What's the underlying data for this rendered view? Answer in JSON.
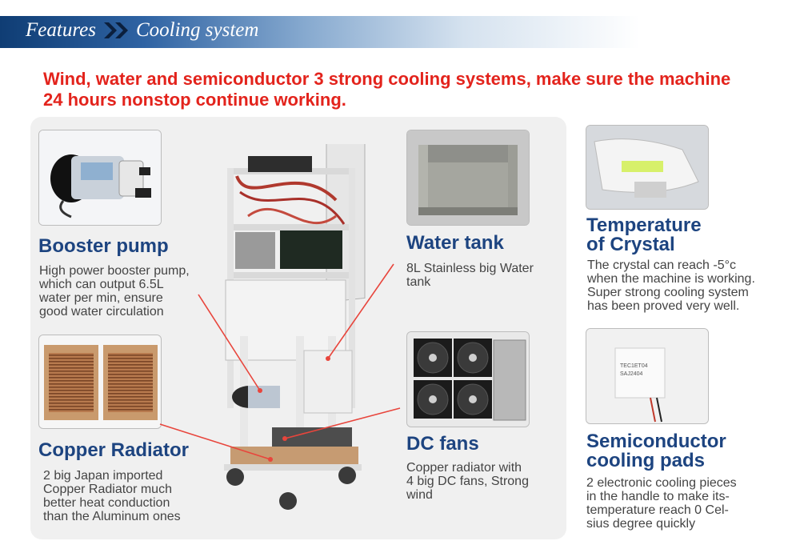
{
  "header": {
    "section": "Features",
    "subsection": "Cooling system"
  },
  "headline": "Wind, water and semiconductor 3 strong cooling systems, make sure the machine 24 hours nonstop continue working.",
  "features": {
    "booster_pump": {
      "title": "Booster pump",
      "line1": "High power booster pump,",
      "line2": "which can output 6.5L",
      "line3": "water per min, ensure",
      "line4": "good water circulation"
    },
    "copper_radiator": {
      "title": "Copper Radiator",
      "line1": "2 big Japan imported",
      "line2": "Copper Radiator much",
      "line3": "better heat conduction",
      "line4": "than the Aluminum ones"
    },
    "water_tank": {
      "title": "Water tank",
      "line1": "8L Stainless big Water",
      "line2": "tank"
    },
    "dc_fans": {
      "title": "DC fans",
      "line1": "Copper radiator with",
      "line2": "4 big DC fans, Strong",
      "line3": "wind"
    },
    "crystal": {
      "title_line1": "Temperature",
      "title_line2": "of Crystal",
      "line1": "The crystal can reach -5°c",
      "line2": "when the machine is working.",
      "line3": "Super strong cooling system",
      "line4": "has been proved very well."
    },
    "semiconductor": {
      "title_line1": "Semiconductor",
      "title_line2": "cooling pads",
      "line1": "2 electronic cooling pieces",
      "line2": "in the handle to make its-",
      "line3": "temperature reach 0 Cel-",
      "line4": "sius degree quickly"
    }
  },
  "pad_label": {
    "line1": "TEC1ET04",
    "line2": "SAJ2404"
  },
  "colors": {
    "title_blue": "#1d4480",
    "headline_red": "#e3231c",
    "pointer_red": "#e8453c"
  }
}
